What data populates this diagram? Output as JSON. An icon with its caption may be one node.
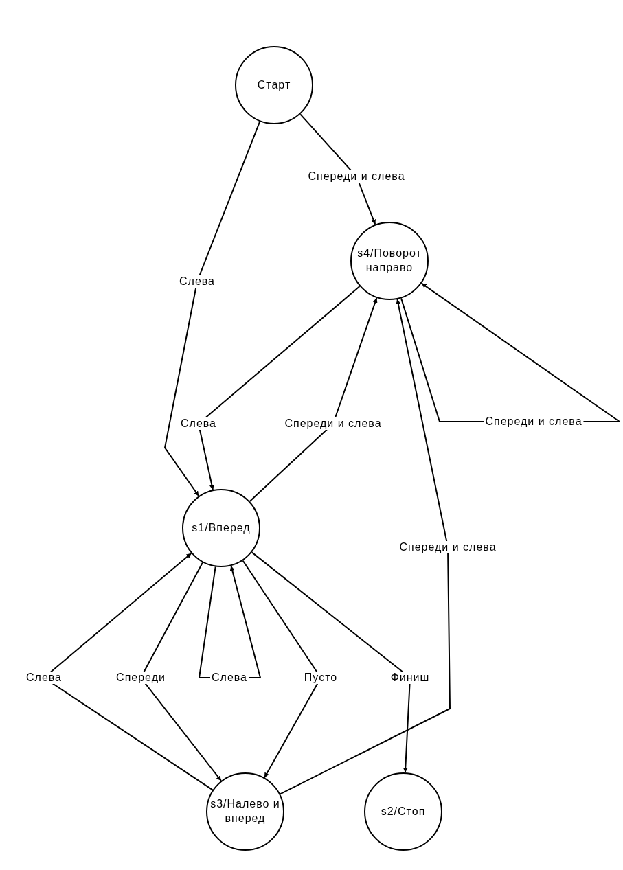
{
  "diagram": {
    "nodes": [
      {
        "text": [
          "Старт"
        ]
      },
      {
        "text": [
          "s4/Поворот направо"
        ]
      },
      {
        "text": [
          "s1/Вперед"
        ]
      },
      {
        "text": [
          "s3/Налево и вперед"
        ]
      },
      {
        "text": [
          "s2/Стоп"
        ]
      }
    ],
    "edges": [
      {
        "from": 0,
        "to": 1,
        "arrow": "to",
        "label": "Спереди и слева"
      },
      {
        "from": 0,
        "to": 2,
        "arrow": "to",
        "label": "Слева"
      },
      {
        "from": 1,
        "to": 2,
        "arrow": "to",
        "label": "Слева"
      },
      {
        "from": 2,
        "to": 1,
        "arrow": "to",
        "label": "Спереди и слева"
      },
      {
        "from": 1,
        "to": 1,
        "arrow": "to",
        "label": "Спереди и слева"
      },
      {
        "from": 3,
        "to": 1,
        "arrow": "to",
        "label": "Спереди и слева"
      },
      {
        "from": 3,
        "to": 2,
        "arrow": "to",
        "label": "Слева"
      },
      {
        "from": 2,
        "to": 3,
        "arrow": "to",
        "label": "Спереди"
      },
      {
        "from": 2,
        "to": 2,
        "arrow": "to",
        "label": "Слева"
      },
      {
        "from": 2,
        "to": 3,
        "arrow": "to",
        "label": "Пусто"
      },
      {
        "from": 2,
        "to": 4,
        "arrow": "to",
        "label": "Финиш"
      }
    ]
  }
}
